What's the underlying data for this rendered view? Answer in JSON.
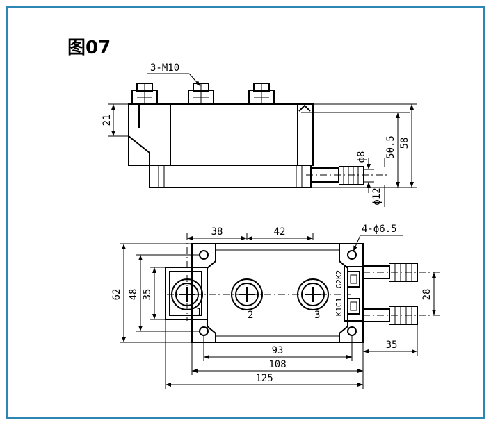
{
  "figure": {
    "title": "图07"
  },
  "side_view": {
    "bolt_label": "3-M10",
    "dims": {
      "terminal_height": "21",
      "height_a": "50.5",
      "height_b": "58",
      "phi_small": "ϕ8",
      "phi_large": "ϕ12"
    }
  },
  "top_view": {
    "hole_label": "4-ϕ6.5",
    "terminals": [
      "1",
      "2",
      "3"
    ],
    "gate_labels": [
      "G2K2",
      "K1G1"
    ],
    "dims": {
      "pitch_a": "38",
      "pitch_b": "42",
      "width_62": "62",
      "width_48": "48",
      "width_35": "35",
      "tab_pitch": "28",
      "tab_len": "35",
      "len_93": "93",
      "len_108": "108",
      "len_125": "125"
    }
  },
  "colors": {
    "frame": "#2e86b5",
    "line": "#000000"
  }
}
